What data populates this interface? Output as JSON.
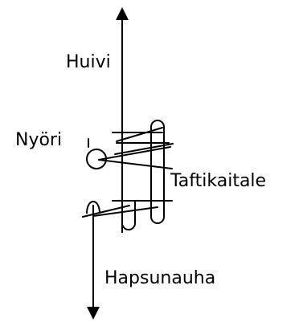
{
  "diagram": {
    "labels": {
      "top": "Huivi",
      "left": "Nyöri",
      "right": "Taftikaitale",
      "bottom": "Hapsunauha"
    },
    "colors": {
      "stroke": "#000000",
      "background": "#ffffff"
    }
  }
}
